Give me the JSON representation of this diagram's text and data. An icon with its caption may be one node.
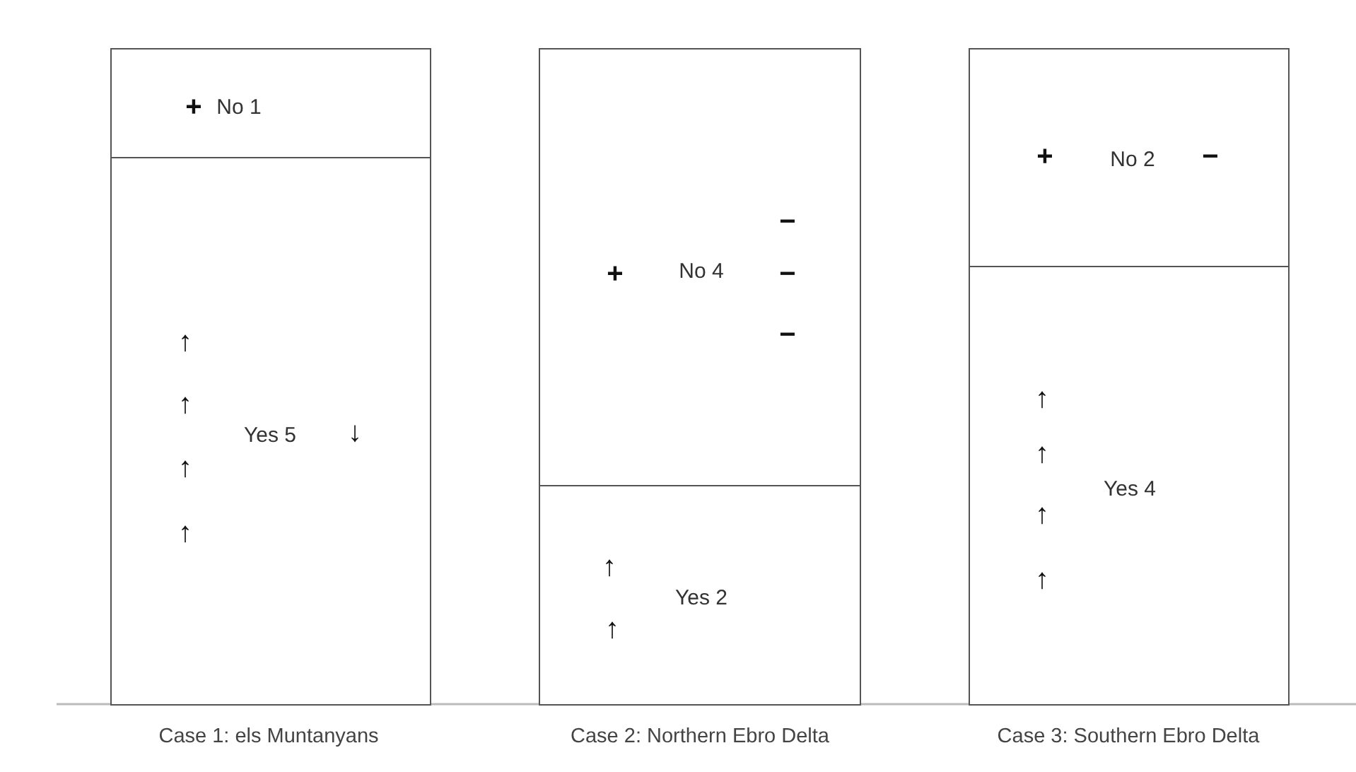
{
  "diagram": {
    "nodes": [
      {
        "text": [
          "+",
          "No 1"
        ]
      },
      {
        "text": [
          "↑",
          "↑",
          "↑",
          "↑",
          "Yes 5",
          "↓"
        ]
      },
      {
        "text": [
          "+",
          "No 4",
          "−",
          "−",
          "−"
        ]
      },
      {
        "text": [
          "↑",
          "↑",
          "Yes 2"
        ]
      },
      {
        "text": [
          "+",
          "No 2",
          "−"
        ]
      },
      {
        "text": [
          "↑",
          "↑",
          "↑",
          "↑",
          "Yes 4"
        ]
      }
    ],
    "edges": [],
    "labels": [
      "Case 1: els Muntanyans",
      "Case 2: Northern Ebro Delta",
      "Case 3: Southern Ebro Delta"
    ]
  }
}
